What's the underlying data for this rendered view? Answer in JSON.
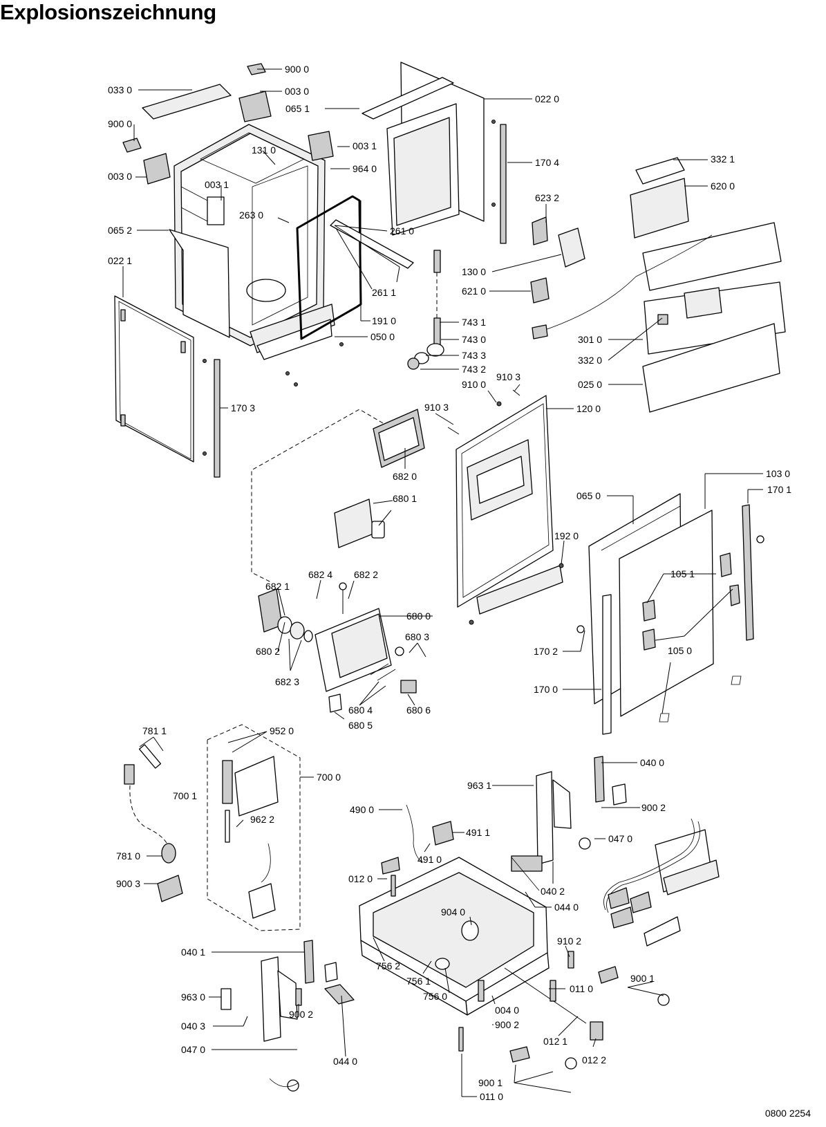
{
  "title": "Explosionszeichnung",
  "drawing_number": "0800 2254",
  "labels": [
    "900 0",
    "033 0",
    "003 0",
    "065 1",
    "022 0",
    "900 0",
    "003 0",
    "131 0",
    "003 1",
    "964 0",
    "170 4",
    "332 1",
    "620 0",
    "003 1",
    "623 2",
    "263 0",
    "065 2",
    "261 0",
    "130 0",
    "022 1",
    "261 1",
    "621 0",
    "191 0",
    "743 1",
    "050 0",
    "743 0",
    "301 0",
    "743 3",
    "332 0",
    "743 2",
    "910 3",
    "910 0",
    "025 0",
    "910 3",
    "120 0",
    "170 3",
    "682 0",
    "103 0",
    "065 0",
    "170 1",
    "680 1",
    "192 0",
    "682 4",
    "682 2",
    "105 1",
    "682 1",
    "680 0",
    "680 3",
    "105 0",
    "680 2",
    "170 2",
    "682 3",
    "170 0",
    "680 4",
    "680 6",
    "680 5",
    "781 1",
    "952 0",
    "700 0",
    "700 1",
    "962 2",
    "040 0",
    "963 1",
    "900 2",
    "490 0",
    "491 1",
    "047 0",
    "491 0",
    "012 0",
    "781 0",
    "040 2",
    "900 3",
    "044 0",
    "904 0",
    "040 1",
    "910 2",
    "756 2",
    "756 1",
    "011 0",
    "900 1",
    "963 0",
    "756 0",
    "004 0",
    "900 2",
    "040 3",
    "900 2",
    "012 1",
    "047 0",
    "044 0",
    "012 2",
    "900 1",
    "011 0"
  ]
}
